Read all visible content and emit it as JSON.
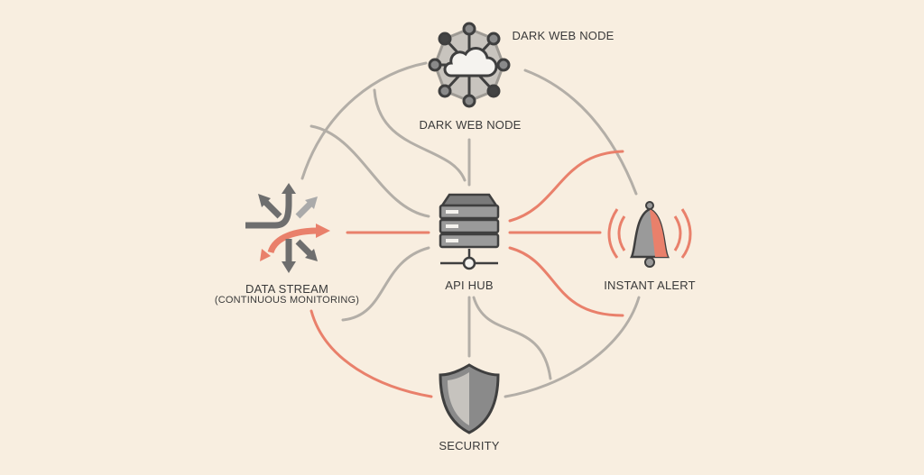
{
  "nodes": {
    "dark_web_side": "DARK WEB NODE",
    "dark_web": "DARK WEB NODE",
    "data_stream": "DATA STREAM",
    "data_stream_sub": "(CONTINUOUS MONITORING)",
    "api_hub": "API HUB",
    "instant_alert": "INSTANT ALERT",
    "security": "SECURITY"
  },
  "colors": {
    "background": "#f8eee0",
    "line": "#b3aea7",
    "accent": "#e9806b",
    "icon": "#6e6e6e"
  }
}
